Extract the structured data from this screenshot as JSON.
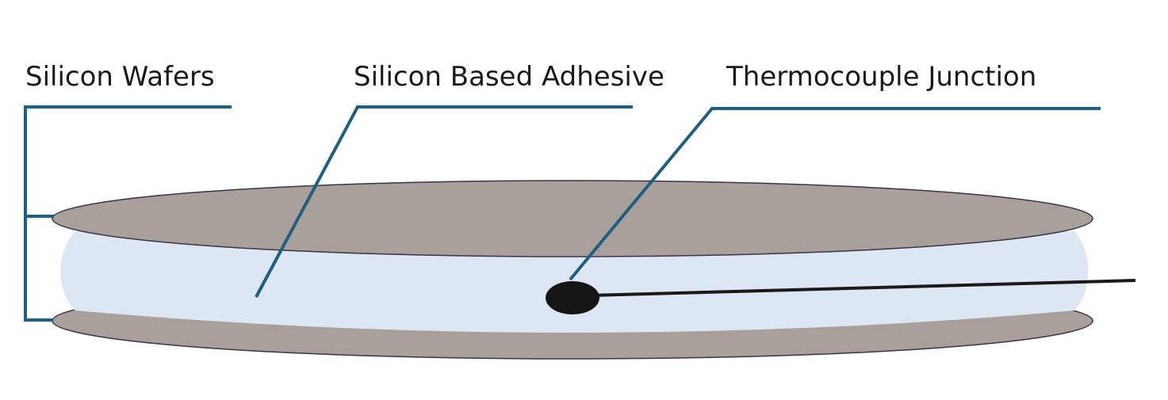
{
  "labels": {
    "wafers": "Silicon Wafers",
    "adhesive": "Silicon Based Adhesive",
    "junction": "Thermocouple Junction"
  },
  "colors": {
    "leader_line": "#1f5f80",
    "wafer_fill": "#aaa09b",
    "wafer_edge": "#3c3345",
    "adhesive_fill": "#dde7f4",
    "junction_fill": "#151515",
    "wire": "#1a1a1a"
  }
}
